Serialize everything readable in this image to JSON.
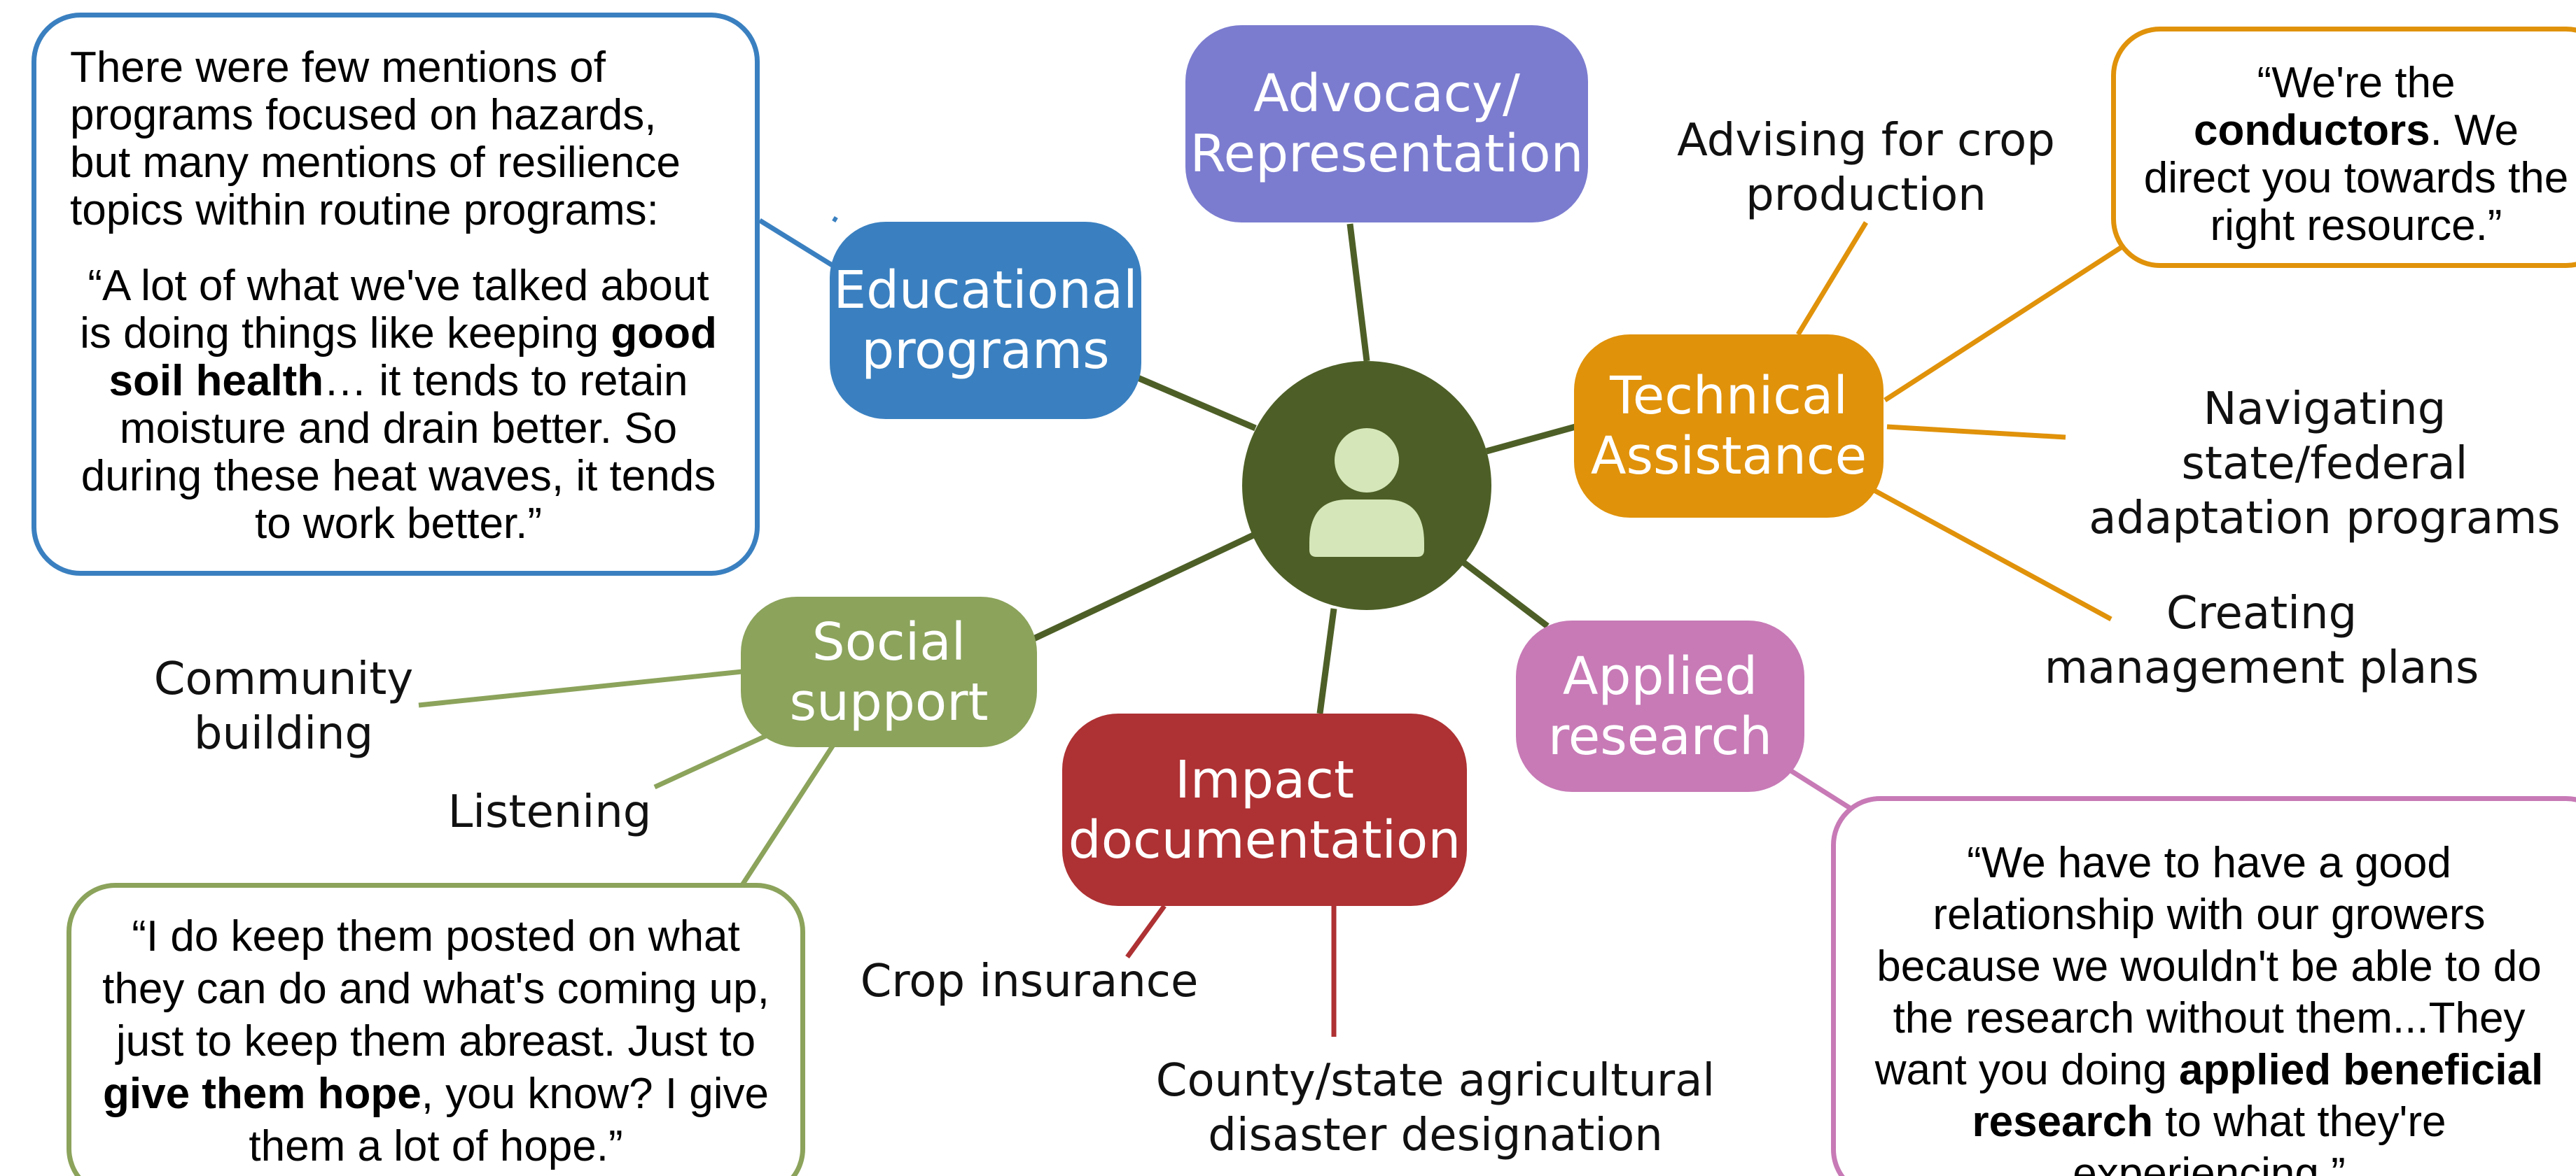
{
  "hub": {
    "icon": "person-icon"
  },
  "colors": {
    "hub": "#4d5f26",
    "educational": "#3a80c0",
    "advocacy": "#7b7ccf",
    "technical": "#e0920a",
    "applied": "#c77ab6",
    "impact": "#ae3133",
    "social": "#8ba35b"
  },
  "nodes": {
    "advocacy": "Advocacy/\nRepresentation",
    "educational": "Educational\nprograms",
    "technical": "Technical\nAssistance",
    "applied": "Applied\nresearch",
    "impact": "Impact\ndocumentation",
    "social": "Social\nsupport"
  },
  "labels": {
    "advising": "Advising for crop\nproduction",
    "navigating": "Navigating state/federal\nadaptation programs",
    "creating": "Creating\nmanagement plans",
    "community": "Community\nbuilding",
    "listening": "Listening",
    "crop_insurance": "Crop insurance",
    "county": "County/state agricultural\ndisaster designation"
  },
  "quotes": {
    "educational": {
      "intro": "There were few mentions of programs focused on hazards, but many mentions of resilience topics within routine programs:",
      "pre": "“A lot of what we've talked about is doing things like keeping ",
      "bold": "good soil health",
      "post": "… it tends to retain moisture and drain better. So during these heat waves, it tends to work better.”"
    },
    "technical": {
      "pre": "“We're the ",
      "bold": "conductors",
      "post": ". We direct you towards the right resource.”"
    },
    "social": {
      "pre": "“I do keep them posted on what they can do and what's coming up, just to keep them abreast. Just to ",
      "bold": "give them hope",
      "post": ", you know? I give them a lot of hope.”"
    },
    "applied": {
      "pre": "“We have to have a good relationship with our growers because we wouldn't be able to do the research without them...They want you doing ",
      "bold": "applied beneficial research",
      "post": " to what they're experiencing.”"
    }
  }
}
